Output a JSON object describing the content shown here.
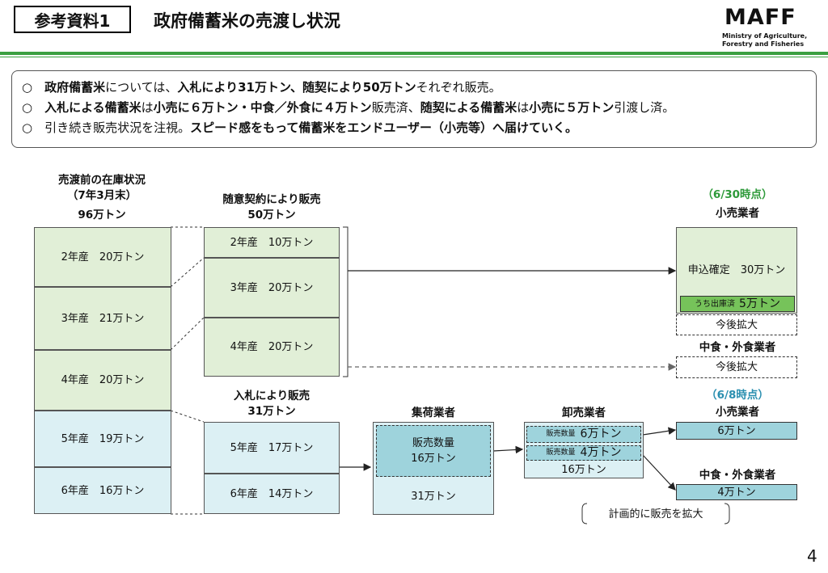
{
  "header": {
    "ref_label": "参考資料1",
    "title": "政府備蓄米の売渡し状況",
    "logo": "MAFF",
    "logo_sub1": "Ministry of Agriculture,",
    "logo_sub2": "Forestry and Fisheries"
  },
  "summary": [
    {
      "parts": [
        [
          "○　",
          ""
        ],
        [
          "政府備蓄米",
          "b"
        ],
        [
          "については、",
          ""
        ],
        [
          "入札により31万トン、随契により50万トン",
          "b"
        ],
        [
          "それぞれ販売。",
          ""
        ]
      ]
    },
    {
      "parts": [
        [
          "○　",
          ""
        ],
        [
          "入札による備蓄米",
          "b"
        ],
        [
          "は",
          ""
        ],
        [
          "小売に６万トン・中食／外食に４万トン",
          "b"
        ],
        [
          "販売済、",
          ""
        ],
        [
          "随契による備蓄米",
          "b"
        ],
        [
          "は",
          ""
        ],
        [
          "小売に５万トン",
          "b"
        ],
        [
          "引渡し済。",
          ""
        ]
      ]
    },
    {
      "parts": [
        [
          "○　引き続き販売状況を注視。",
          ""
        ],
        [
          "スピード感をもって備蓄米をエンドユーザー（小売等）へ届けていく。",
          "b"
        ]
      ]
    }
  ],
  "stock": {
    "heading1": "売渡前の在庫状況",
    "heading2": "（7年3月末）",
    "total": "96万トン",
    "rows": [
      "2年産　20万トン",
      "3年産　21万トン",
      "4年産　20万トン",
      "5年産　19万トン",
      "6年産　16万トン"
    ]
  },
  "zuii": {
    "heading1": "随意契約により販売",
    "heading2": "50万トン",
    "rows": [
      "2年産　10万トン",
      "3年産　20万トン",
      "4年産　20万トン"
    ]
  },
  "nyusatsu": {
    "heading1": "入札により販売",
    "heading2": "31万トン",
    "rows": [
      "5年産　17万トン",
      "6年産　14万トン"
    ]
  },
  "shuka": {
    "heading": "集荷業者",
    "sold1": "販売数量",
    "sold2": "16万トン",
    "total": "31万トン"
  },
  "oroshi": {
    "heading": "卸売業者",
    "row1_small": "販売数量",
    "row1_big": "6万トン",
    "row2_small": "販売数量",
    "row2_big": "4万トン",
    "total": "16万トン",
    "note": "計画的に販売を拡大"
  },
  "retail_630": {
    "date": "（6/30時点）",
    "heading": "小売業者",
    "confirmed": "申込確定　30万トン",
    "shipped_small": "うち出庫済",
    "shipped_big": "5万トン",
    "expand": "今後拡大"
  },
  "food_630": {
    "heading": "中食・外食業者",
    "expand": "今後拡大"
  },
  "retail_68": {
    "date": "（6/8時点）",
    "heading": "小売業者",
    "value": "6万トン"
  },
  "food_68": {
    "heading": "中食・外食業者",
    "value": "4万トン"
  },
  "page_number": "4",
  "colors": {
    "green_fill": "#e1efd7",
    "blue_fill": "#dcf0f4",
    "teal_fill": "#9ed3dc",
    "bright_green": "#76c35a",
    "date_green": "#2e9a3a",
    "date_teal": "#2a8fb0"
  }
}
